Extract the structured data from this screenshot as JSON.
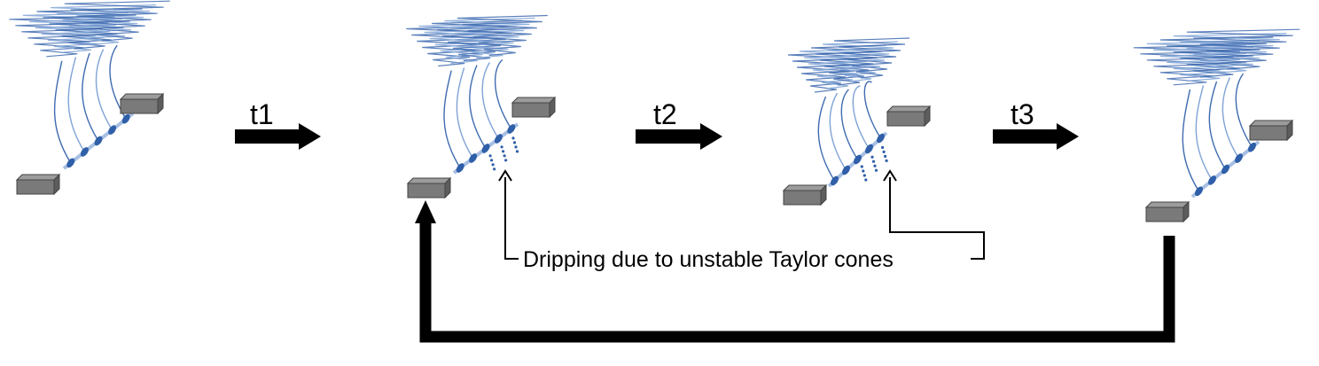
{
  "steps": [
    {
      "label": "t1"
    },
    {
      "label": "t2"
    },
    {
      "label": "t3"
    }
  ],
  "annotation": {
    "text": "Dripping due to unstable Taylor cones"
  },
  "colors": {
    "fiber": "#3f6bb0",
    "fiber_light": "#7fa3d6",
    "cone": "#2f5fa8",
    "block_face": "#7a7a7a",
    "block_top": "#9c9c9c",
    "block_side": "#5d5d5d",
    "arrow": "#000000"
  },
  "icons": {
    "stage": "electrospinning-fiber-icon",
    "electrode": "electrode-block-icon",
    "arrow": "right-arrow-icon",
    "cycle": "return-loop-arrow-icon"
  }
}
